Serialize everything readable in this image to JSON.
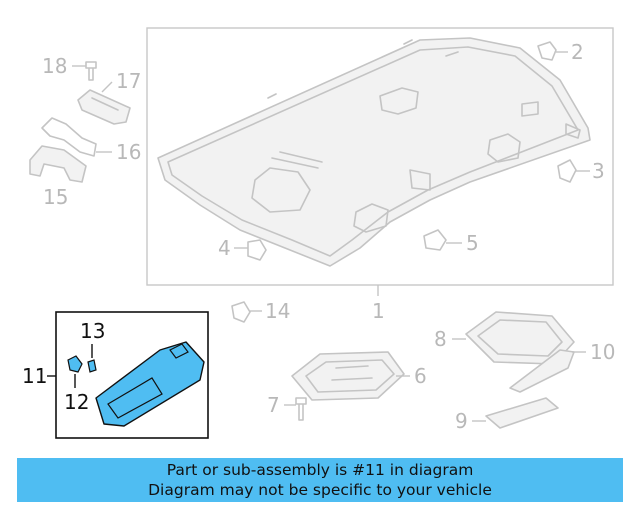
{
  "diagram": {
    "callouts": {
      "c1": "1",
      "c2": "2",
      "c3": "3",
      "c4": "4",
      "c5": "5",
      "c6": "6",
      "c7": "7",
      "c8": "8",
      "c9": "9",
      "c10": "10",
      "c11": "11",
      "c12": "12",
      "c13": "13",
      "c14": "14",
      "c15": "15",
      "c16": "16",
      "c17": "17",
      "c18": "18"
    },
    "highlight_color": "#4fbdf2",
    "highlighted_part": "11"
  },
  "banner": {
    "line1": "Part or sub-assembly is #11 in diagram",
    "line2": "Diagram may not be specific to your vehicle"
  }
}
